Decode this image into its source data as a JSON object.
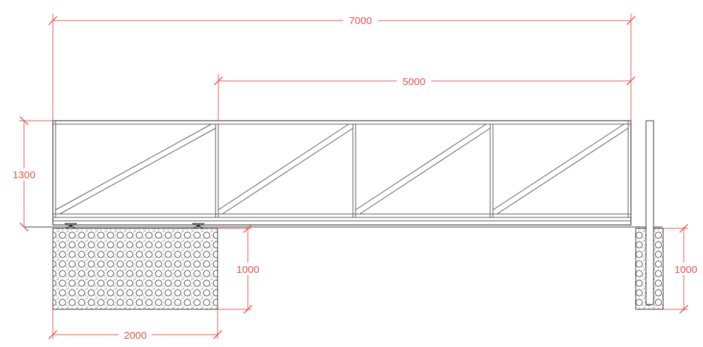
{
  "drawing": {
    "dimensions": {
      "overall_length": "7000",
      "opening_length": "5000",
      "gate_height": "1300",
      "foundation_depth_left": "1000",
      "foundation_width": "2000",
      "foundation_depth_right": "1000"
    },
    "colors": {
      "dimension": "#e8524a",
      "linework": "#3a3a3a"
    },
    "panels": 4,
    "rollers": 2
  }
}
